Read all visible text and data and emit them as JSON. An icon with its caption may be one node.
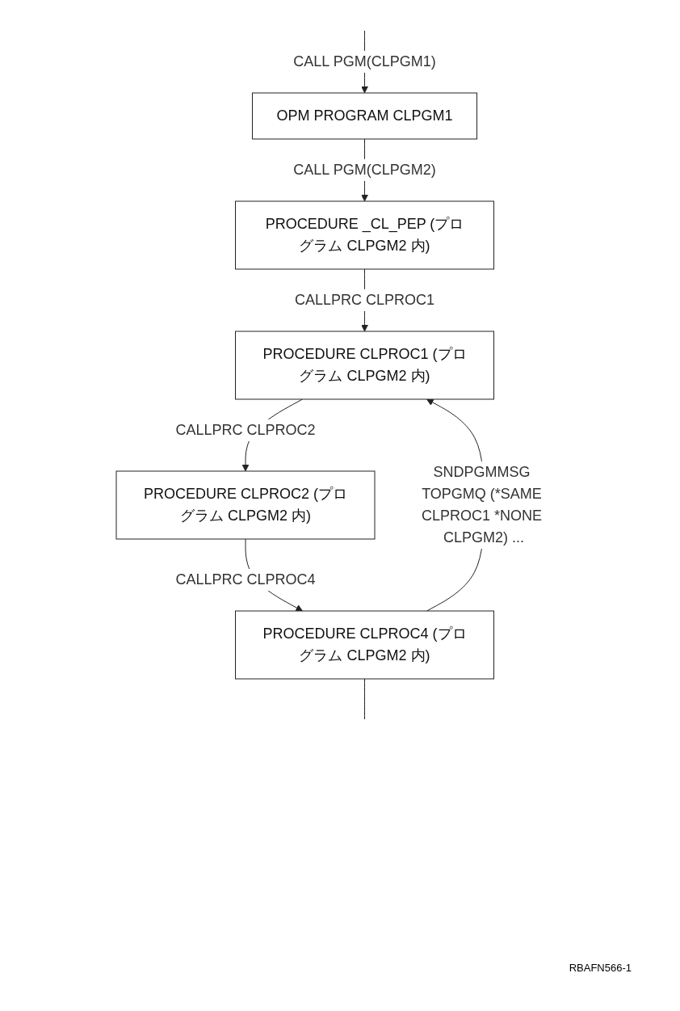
{
  "diagram": {
    "nodes": [
      {
        "text": [
          "OPM PROGRAM CLPGM1"
        ]
      },
      {
        "text": [
          "PROCEDURE _CL_PEP (プログラム CLPGM2 内)"
        ]
      },
      {
        "text": [
          "PROCEDURE CLPROC1 (プログラム CLPGM2 内)"
        ]
      },
      {
        "text": [
          "PROCEDURE CLPROC2 (プログラム CLPGM2 内)"
        ]
      },
      {
        "text": [
          "PROCEDURE CLPROC4 (プログラム CLPGM2 内)"
        ]
      }
    ],
    "edges": [
      {
        "from": null,
        "to": 0,
        "arrow": "to",
        "label": "CALL PGM(CLPGM1)"
      },
      {
        "from": 0,
        "to": 1,
        "arrow": "to",
        "label": "CALL PGM(CLPGM2)"
      },
      {
        "from": 1,
        "to": 2,
        "arrow": "to",
        "label": "CALLPRC CLPROC1"
      },
      {
        "from": 2,
        "to": 3,
        "arrow": "to",
        "label": "CALLPRC CLPROC2"
      },
      {
        "from": 3,
        "to": 4,
        "arrow": "to",
        "label": "CALLPRC CLPROC4"
      },
      {
        "from": 4,
        "to": 2,
        "arrow": "to",
        "label": "SNDPGMMSG TOPGMQ (*SAME CLPROC1 *NONE CLPGM2) ..."
      },
      {
        "from": 4,
        "to": null,
        "arrow": "none"
      }
    ],
    "labels": [
      "RBAFN566-1"
    ]
  }
}
